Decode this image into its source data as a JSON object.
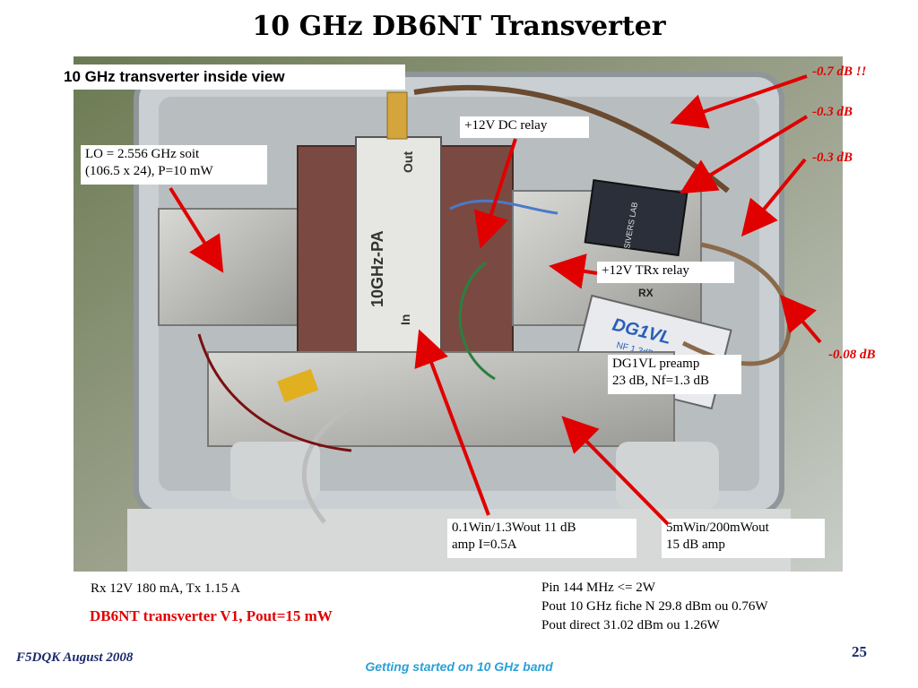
{
  "title": "10 GHz DB6NT Transverter",
  "subtitle": "10 GHz transverter inside view",
  "photo_text": {
    "pa_name": "10GHz-PA",
    "pa_out": "Out",
    "pa_in": "In",
    "preamp_name": "DG1VL",
    "preamp_nf": "NF 1,3dB",
    "relay_brand": "SIVERS LAB",
    "rx_mark": "RX"
  },
  "labels": {
    "lo_line1": "LO = 2.556 GHz soit",
    "lo_line2": "(106.5 x 24), P=10 mW",
    "dc_relay": "+12V DC relay",
    "trx_relay": "+12V TRx relay",
    "preamp_line1": "DG1VL preamp",
    "preamp_line2": "23 dB, Nf=1.3 dB",
    "pa_line1": "0.1Win/1.3Wout 11 dB",
    "pa_line2": "amp I=0.5A",
    "driver_line1": "5mWin/200mWout",
    "driver_line2": "15 dB amp",
    "current": "Rx 12V 180 mA, Tx 1.15 A"
  },
  "losses": {
    "cable": "-0.7 dB !!",
    "conn1": "-0.3 dB",
    "conn2": "-0.3 dB",
    "conn3": "-0.08 dB"
  },
  "version_label": "DB6NT transverter V1, Pout=15 mW",
  "pin_lines": [
    "Pin 144 MHz <= 2W",
    "Pout 10 GHz fiche N 29.8 dBm ou 0.76W",
    "Pout direct 31.02 dBm ou 1.26W"
  ],
  "footer": {
    "author": "F5DQK August 2008",
    "center": "Getting started on 10 GHz band",
    "page": "25"
  },
  "colors": {
    "arrow": "#e00000",
    "accent_blue": "#2aa0d8",
    "footer_navy": "#1a2a6c"
  }
}
